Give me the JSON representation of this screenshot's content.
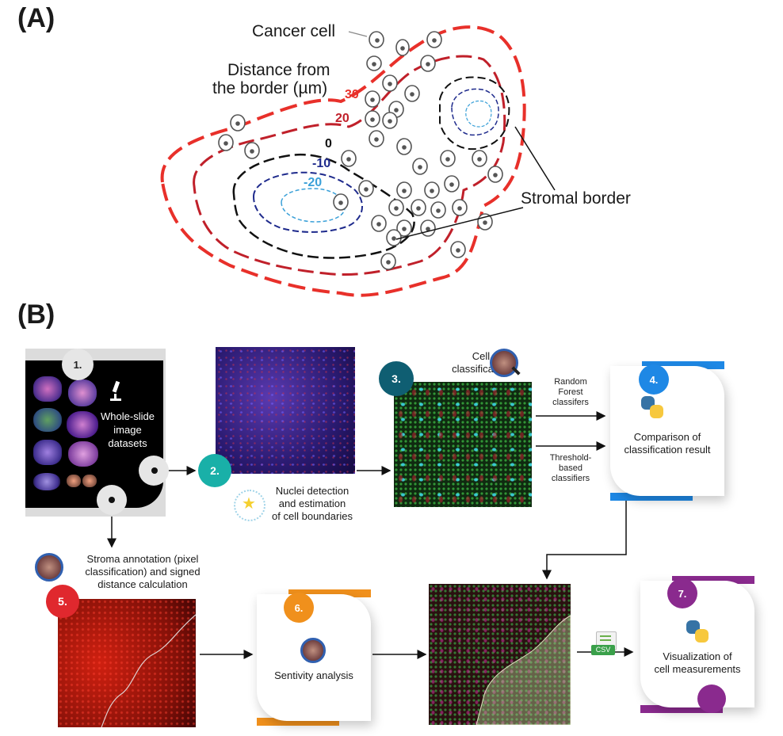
{
  "panel_a": {
    "label": "(A)",
    "cancer_cell_label": "Cancer cell",
    "distance_label_line1": "Distance from",
    "distance_label_line2": "the border (µm)",
    "contour_values": [
      "30",
      "20",
      "0",
      "-10",
      "-20"
    ],
    "stromal_border_label": "Stromal border",
    "colors": {
      "c30": "#e8302a",
      "c20": "#c0202a",
      "c0": "#111111",
      "cm10": "#1e2a8c",
      "cm20": "#3aa0d8"
    }
  },
  "panel_b": {
    "label": "(B)",
    "steps": {
      "s1": {
        "num": "1.",
        "text_line1": "Whole-slide",
        "text_line2": "image",
        "text_line3": "datasets",
        "icon": "microscope-icon"
      },
      "s2": {
        "num": "2.",
        "text_line1": "Nuclei detection",
        "text_line2": "and estimation",
        "text_line3": "of cell boundaries",
        "color": "#19b0a8"
      },
      "s3": {
        "num": "3.",
        "text_line1": "Cell",
        "text_line2": "classification",
        "color": "#0f5e72"
      },
      "s4": {
        "num": "4.",
        "text_line1": "Comparison of",
        "text_line2": "classification result",
        "color": "#1e88e5"
      },
      "s5": {
        "num": "5.",
        "text_line1": "Stroma annotation (pixel",
        "text_line2": "classification) and signed",
        "text_line3": "distance calculation",
        "color": "#e0282e"
      },
      "s6": {
        "num": "6.",
        "text": "Sentivity analysis",
        "color": "#f0901c"
      },
      "s7": {
        "num": "7.",
        "text_line1": "Visualization of",
        "text_line2": "cell measurements",
        "color": "#8a2a8e"
      }
    },
    "classifier_random_line1": "Random",
    "classifier_random_line2": "Forest",
    "classifier_random_line3": "classifers",
    "classifier_threshold_line1": "Threshold-",
    "classifier_threshold_line2": "based",
    "classifier_threshold_line3": "classifiers",
    "csv_label": "CSV"
  }
}
